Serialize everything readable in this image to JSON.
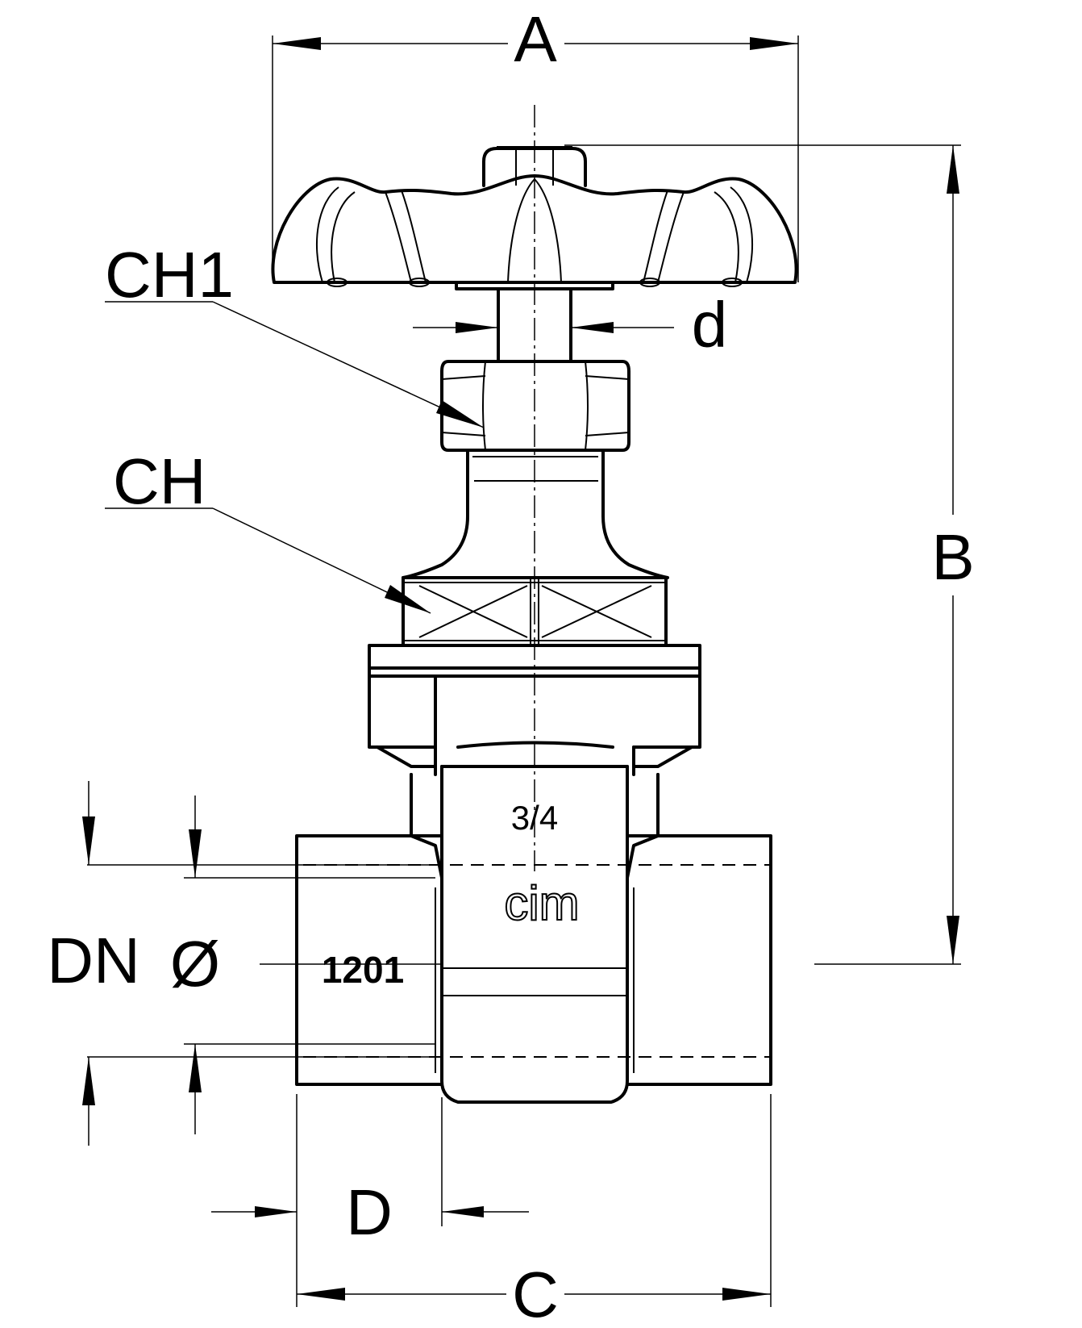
{
  "labels": {
    "dim_a": "A",
    "dim_b": "B",
    "dim_c": "C",
    "dim_d": "D",
    "dim_small_d": "d",
    "dim_dn": "DN",
    "dim_diameter": "Ø",
    "wrench_ch1": "CH1",
    "wrench_ch": "CH"
  },
  "body_markings": {
    "size": "3/4",
    "brand": "cim",
    "model": "1201"
  }
}
